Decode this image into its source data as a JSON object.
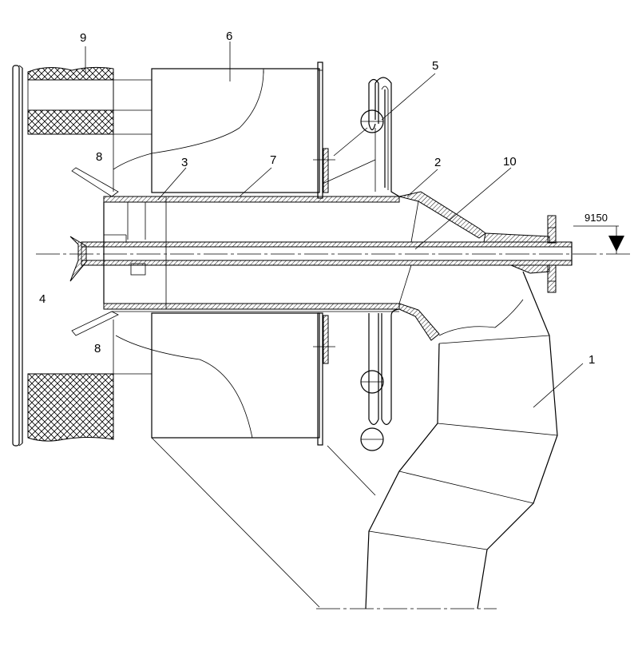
{
  "labels": {
    "n1": "1",
    "n2": "2",
    "n3": "3",
    "n4": "4",
    "n5": "5",
    "n6": "6",
    "n7": "7",
    "n8a": "8",
    "n8b": "8",
    "n9": "9",
    "n10": "10"
  },
  "elevation": "9150"
}
